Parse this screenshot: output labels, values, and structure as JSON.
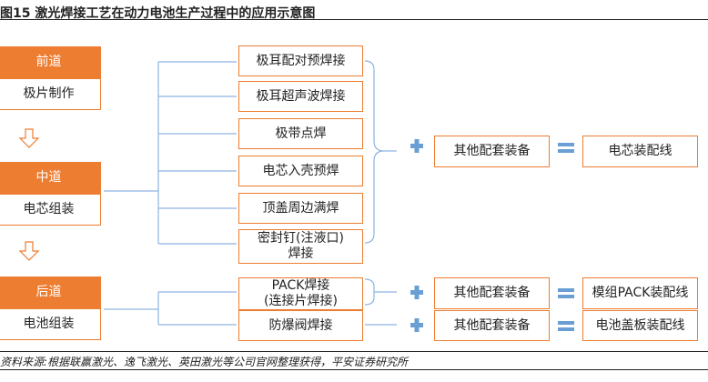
{
  "title": "图15 激光焊接工艺在动力电池生产过程中的应用示意图",
  "source": "资料来源:根据联赢激光、逸飞激光、英田激光等公司官网整理获得，平安证券研究所",
  "stages": [
    {
      "name": "前道",
      "sub": "极片制作"
    },
    {
      "name": "中道",
      "sub": "电芯组装"
    },
    {
      "name": "后道",
      "sub": "电池组装"
    }
  ],
  "processes": [
    "极耳配对预焊接",
    "极耳超声波焊接",
    "极带点焊",
    "电芯入壳预焊",
    "顶盖周边满焊",
    "密封钉(注液口)\n焊接",
    "PACK焊接\n(连接片焊接)",
    "防爆阀焊接"
  ],
  "equipment_label": "其他配套装备",
  "results": [
    "电芯装配线",
    "模组PACK装配线",
    "电池盖板装配线"
  ],
  "colors": {
    "orange": "#ED7D31",
    "blue": "#6A9FD4",
    "line": "#8DB4E2"
  }
}
